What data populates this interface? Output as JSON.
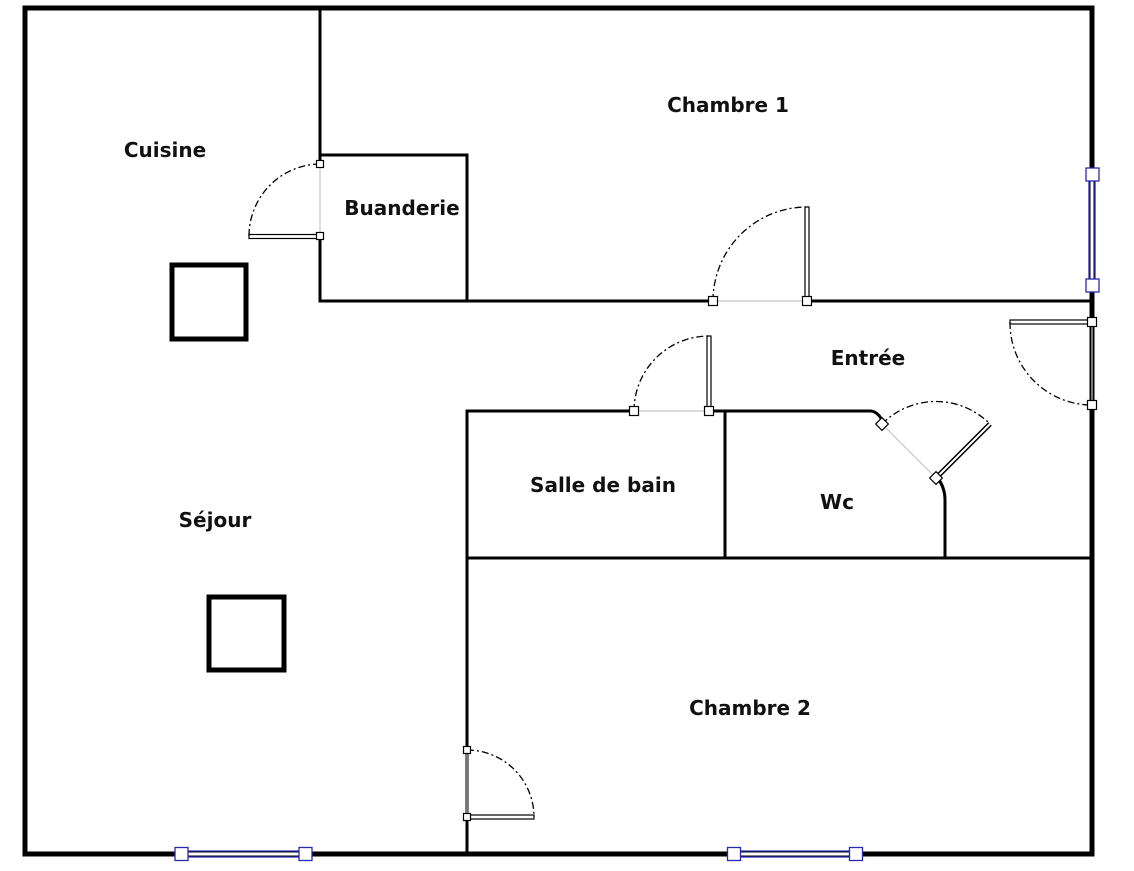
{
  "plan": {
    "rooms": {
      "chambre1": "Chambre 1",
      "cuisine": "Cuisine",
      "buanderie": "Buanderie",
      "entree": "Entrée",
      "salle_de_bain": "Salle de bain",
      "wc": "Wc",
      "sejour": "Séjour",
      "chambre2": "Chambre 2"
    },
    "colors": {
      "wall": "#000000",
      "window": "#2a2ab0",
      "background": "#ffffff"
    }
  }
}
